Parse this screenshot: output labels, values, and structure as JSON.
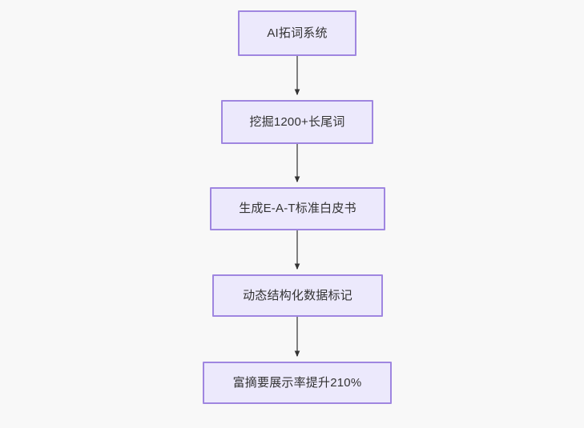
{
  "diagram": {
    "type": "flowchart",
    "orientation": "top-to-bottom",
    "background_color": "#f8f8f8",
    "node_fill_color": "#ece9fc",
    "node_border_color": "#9f86e0",
    "node_text_color": "#333333",
    "edge_color": "#808080",
    "arrowhead_color": "#333333",
    "nodes": [
      {
        "id": "node-1",
        "label": "AI拓词系统"
      },
      {
        "id": "node-2",
        "label": "挖掘1200+长尾词"
      },
      {
        "id": "node-3",
        "label": "生成E-A-T标准白皮书"
      },
      {
        "id": "node-4",
        "label": "动态结构化数据标记"
      },
      {
        "id": "node-5",
        "label": "富摘要展示率提升210%"
      }
    ],
    "edges": [
      {
        "id": "edge-1-2",
        "from": "node-1",
        "to": "node-2",
        "label": ""
      },
      {
        "id": "edge-2-3",
        "from": "node-2",
        "to": "node-3",
        "label": ""
      },
      {
        "id": "edge-3-4",
        "from": "node-3",
        "to": "node-4",
        "label": ""
      },
      {
        "id": "edge-4-5",
        "from": "node-4",
        "to": "node-5",
        "label": ""
      }
    ]
  }
}
